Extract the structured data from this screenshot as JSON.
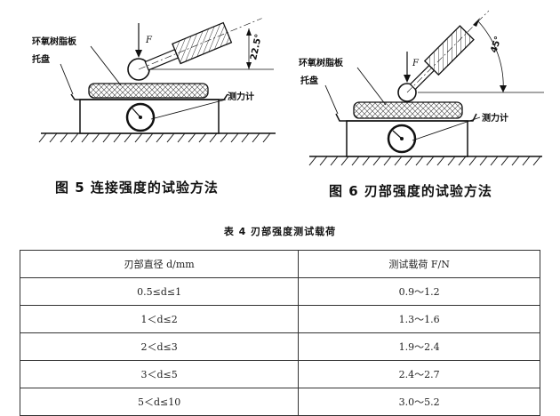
{
  "figure5": {
    "label_resin_board": "环氧树脂板",
    "label_tray": "托盘",
    "label_force": "F",
    "label_angle": "22.5°",
    "label_dynamometer": "测力计",
    "caption": "图 5   连接强度的试验方法"
  },
  "figure6": {
    "label_resin_board": "环氧树脂板",
    "label_tray": "托盘",
    "label_force": "F",
    "label_angle": "45°",
    "label_dynamometer": "测力计",
    "caption": "图 6   刃部强度的试验方法"
  },
  "table": {
    "title": "表 4   刃部强度测试载荷",
    "headers": [
      "刃部直径 d/mm",
      "测试载荷 F/N"
    ],
    "rows": [
      [
        "0.5≤d≤1",
        "0.9～1.2"
      ],
      [
        "1＜d≤2",
        "1.3～1.6"
      ],
      [
        "2＜d≤3",
        "1.9～2.4"
      ],
      [
        "3＜d≤5",
        "2.4～2.7"
      ],
      [
        "5＜d≤10",
        "3.0～5.2"
      ]
    ]
  }
}
